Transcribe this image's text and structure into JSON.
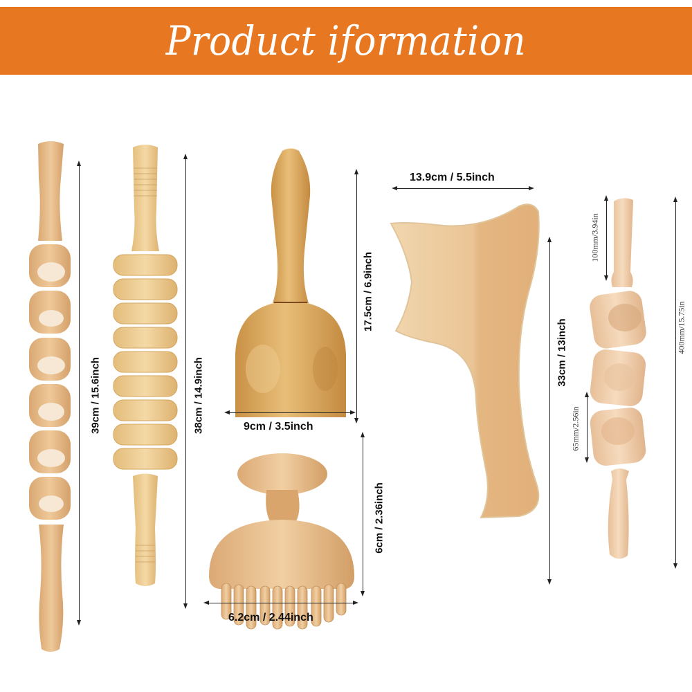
{
  "banner": {
    "title": "Product iformation",
    "background_color": "#E87722",
    "text_color": "#FFFFFF"
  },
  "products": [
    {
      "name": "cube-roller-stick",
      "dimension_vertical": "39cm / 15.6inch"
    },
    {
      "name": "gear-roller-stick",
      "dimension_vertical": "38cm / 14.9inch"
    },
    {
      "name": "wooden-suction-cup",
      "dimension_vertical": "17.5cm / 6.9inch",
      "dimension_horizontal": "9cm / 3.5inch"
    },
    {
      "name": "mushroom-scalp-massager",
      "dimension_vertical": "6cm / 2.36inch",
      "dimension_horizontal": "6.2cm / 2.44inch"
    },
    {
      "name": "gua-sha-board",
      "dimension_horizontal": "13.9cm / 5.5inch",
      "dimension_vertical": "33cm / 13inch"
    },
    {
      "name": "three-cube-roller",
      "dimension_handle": "100mm/3.94in",
      "dimension_cube": "65mm/2.56in",
      "dimension_total": "400mm/15.75in"
    }
  ],
  "colors": {
    "wood_light": "#F0D3A4",
    "wood_mid": "#E2B77E",
    "wood_dark": "#C8934E",
    "wood_pale": "#F3DDC4",
    "line": "#222222"
  }
}
